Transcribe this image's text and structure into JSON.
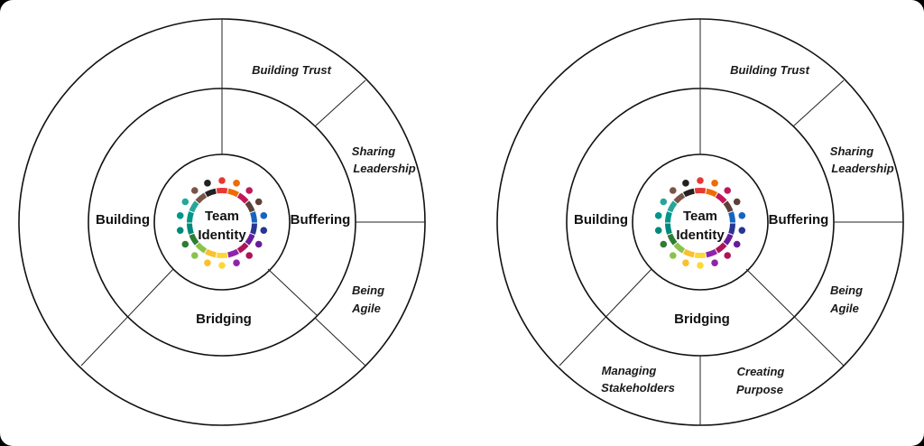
{
  "colors": {
    "line": "#222222",
    "background": "#ffffff",
    "frame": "#000000"
  },
  "people_palette": [
    "#e53935",
    "#ef6c00",
    "#c2185b",
    "#5d4037",
    "#1565c0",
    "#283593",
    "#6a1b9a",
    "#ad1457",
    "#8e24aa",
    "#fdd835",
    "#fbc02d",
    "#8bc34a",
    "#2e7d32",
    "#00897b",
    "#009688",
    "#26a69a",
    "#795548",
    "#212121"
  ],
  "diagrams": [
    {
      "id": "left",
      "core": {
        "line1": "Team",
        "line2": "Identity",
        "icon": "people-circle-icon"
      },
      "ring": {
        "building": "Building",
        "buffering": "Buffering",
        "bridging": "Bridging"
      },
      "segments": {
        "building_trust": "Building Trust",
        "sharing_leadership_1": "Sharing",
        "sharing_leadership_2": "Leadership",
        "being_agile_1": "Being",
        "being_agile_2": "Agile"
      }
    },
    {
      "id": "right",
      "core": {
        "line1": "Team",
        "line2": "Identity",
        "icon": "people-circle-icon"
      },
      "ring": {
        "building": "Building",
        "buffering": "Buffering",
        "bridging": "Bridging"
      },
      "segments": {
        "building_trust": "Building Trust",
        "sharing_leadership_1": "Sharing",
        "sharing_leadership_2": "Leadership",
        "being_agile_1": "Being",
        "being_agile_2": "Agile",
        "managing_stakeholders_1": "Managing",
        "managing_stakeholders_2": "Stakeholders",
        "creating_purpose_1": "Creating",
        "creating_purpose_2": "Purpose"
      }
    }
  ]
}
